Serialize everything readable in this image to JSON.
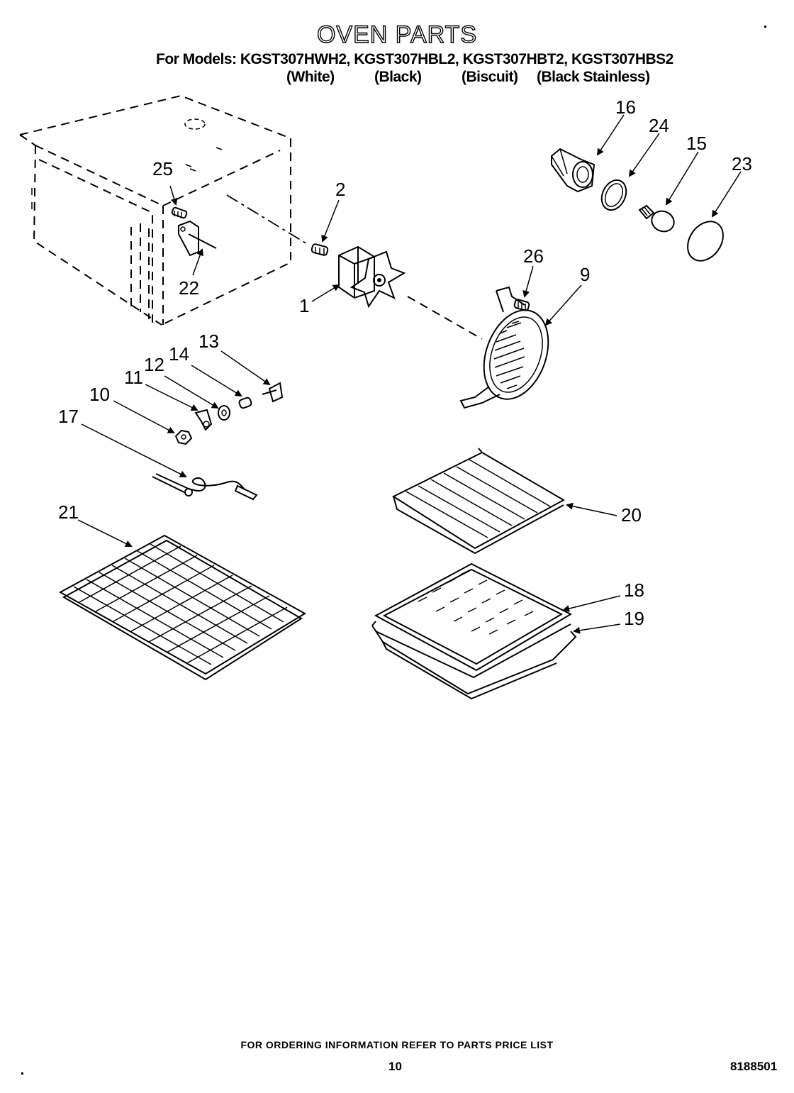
{
  "header": {
    "title": "OVEN PARTS",
    "models_line": "For Models: KGST307HWH2, KGST307HBL2, KGST307HBT2, KGST307HBS2",
    "variants": [
      "(White)",
      "(Black)",
      "(Biscuit)",
      "(Black Stainless)"
    ]
  },
  "callouts": {
    "c1": "1",
    "c2": "2",
    "c9": "9",
    "c10": "10",
    "c11": "11",
    "c12": "12",
    "c13": "13",
    "c14": "14",
    "c15": "15",
    "c16": "16",
    "c17": "17",
    "c18": "18",
    "c19": "19",
    "c20": "20",
    "c21": "21",
    "c22": "22",
    "c23": "23",
    "c24": "24",
    "c25": "25",
    "c26": "26"
  },
  "footer": {
    "note": "FOR ORDERING INFORMATION REFER TO PARTS PRICE LIST",
    "page_number": "10",
    "document_number": "8188501"
  }
}
